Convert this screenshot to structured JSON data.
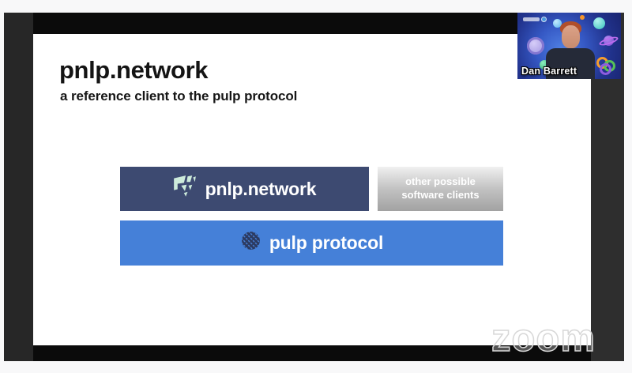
{
  "slide": {
    "title": "pnlp.network",
    "subtitle": "a reference client to the pulp protocol",
    "diagram": {
      "client_box": {
        "label": "pnlp.network",
        "bg": "#3d4a71",
        "icon_color": "#cdebdb"
      },
      "other_clients_box": {
        "label": "other possible software clients",
        "text_color": "#ffffff"
      },
      "protocol_box": {
        "label": "pulp protocol",
        "bg": "#4580d8",
        "icon_color": "#2c3a60"
      }
    }
  },
  "webcam": {
    "name": "Dan Barrett",
    "background_accent": "#3558c4"
  },
  "watermark": {
    "text": "zoom"
  }
}
